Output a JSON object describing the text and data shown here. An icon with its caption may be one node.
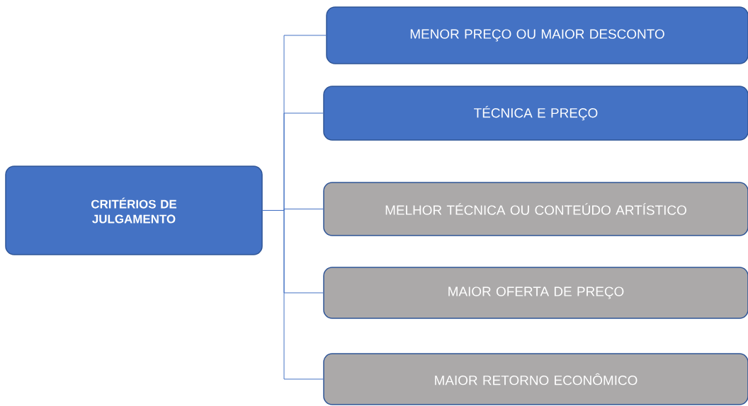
{
  "diagram": {
    "nodes": [
      {
        "text": [
          "CRITÉRIOS DE JULGAMENTO"
        ]
      },
      {
        "text": [
          "MENOR PREÇO OU MAIOR DESCONTO"
        ]
      },
      {
        "text": [
          "TÉCNICA E PREÇO"
        ]
      },
      {
        "text": [
          "MELHOR TÉCNICA OU CONTEÚDO ARTÍSTICO"
        ]
      },
      {
        "text": [
          "MAIOR OFERTA DE PREÇO"
        ]
      },
      {
        "text": [
          "MAIOR RETORNO ECONÔMICO"
        ]
      }
    ],
    "edges": [
      {
        "from": 0,
        "to": 1,
        "arrow": "none"
      },
      {
        "from": 0,
        "to": 2,
        "arrow": "none"
      },
      {
        "from": 0,
        "to": 3,
        "arrow": "none"
      },
      {
        "from": 0,
        "to": 4,
        "arrow": "none"
      },
      {
        "from": 0,
        "to": 5,
        "arrow": "none"
      }
    ]
  }
}
